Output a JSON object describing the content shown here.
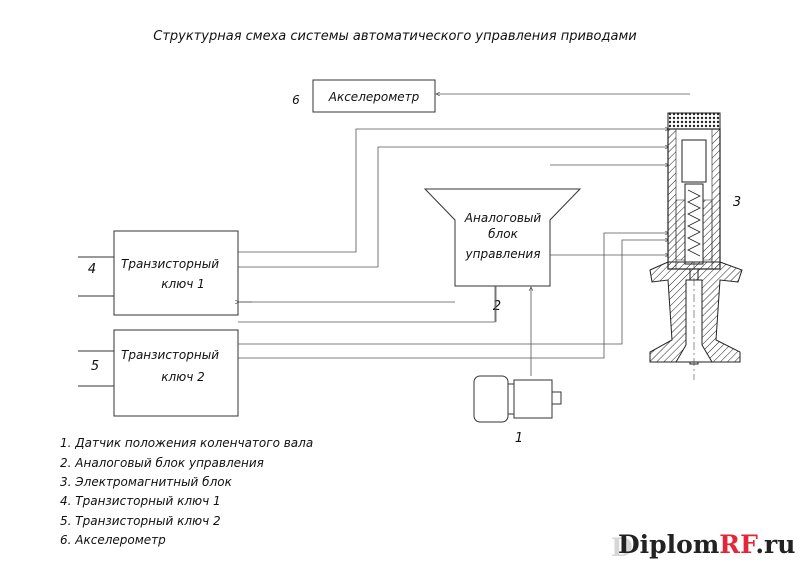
{
  "title": "Структурная смеха системы автоматического управления приводами",
  "blocks": {
    "accelerometer": {
      "number": "6",
      "label": "Акселерометр"
    },
    "analog_block": {
      "number": "2",
      "line1": "Аналоговый",
      "line2": "блок",
      "line3": "управления"
    },
    "key1": {
      "number": "4",
      "line1": "Транзисторный",
      "line2": "ключ 1"
    },
    "key2": {
      "number": "5",
      "line1": "Транзисторный",
      "line2": "ключ 2"
    },
    "sensor": {
      "number": "1"
    },
    "solenoid": {
      "number": "3"
    }
  },
  "legend": [
    "1. Датчик положения коленчатого вала",
    "2. Аналоговый блок управления",
    "3. Электромагнитный блок",
    "4. Транзисторный ключ 1",
    "5. Транзисторный ключ 2",
    "6. Акселерометр"
  ],
  "watermark": {
    "main": "Diplom",
    "accent": "RF",
    "suffix": ".ru",
    "accent_color": "#e0283a"
  }
}
